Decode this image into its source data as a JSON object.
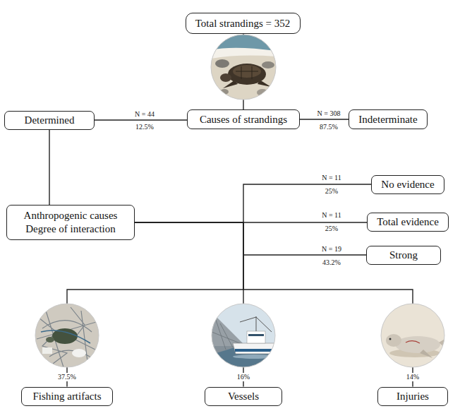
{
  "diagram": {
    "nodes": [
      {
        "text": [
          "Total strandings = 352"
        ]
      },
      {
        "text": [
          "Determined"
        ]
      },
      {
        "text": [
          "Causes of strandings"
        ]
      },
      {
        "text": [
          "Indeterminate"
        ]
      },
      {
        "text": [
          "No evidence"
        ]
      },
      {
        "text": [
          "Anthropogenic causes",
          "Degree of interaction"
        ]
      },
      {
        "text": [
          "Total evidence"
        ]
      },
      {
        "text": [
          "Strong"
        ]
      },
      {
        "text": [
          "Fishing artifacts"
        ]
      },
      {
        "text": [
          "Vessels"
        ]
      },
      {
        "text": [
          "Injuries"
        ]
      }
    ],
    "edges": [
      {
        "from": 0,
        "to": 2,
        "arrow": "none"
      },
      {
        "from": 2,
        "to": 1,
        "label": "N = 44",
        "arrow": "none"
      },
      {
        "from": 2,
        "to": 3,
        "label": "N = 308",
        "arrow": "none"
      },
      {
        "from": 1,
        "to": 5,
        "arrow": "none"
      },
      {
        "from": 5,
        "to": 4,
        "label": "N = 11",
        "arrow": "none"
      },
      {
        "from": 5,
        "to": 6,
        "label": "N = 11",
        "arrow": "none"
      },
      {
        "from": 5,
        "to": 7,
        "label": "N = 19",
        "arrow": "none"
      },
      {
        "from": 5,
        "to": 8,
        "arrow": "none"
      },
      {
        "from": 5,
        "to": 9,
        "arrow": "none"
      },
      {
        "from": 5,
        "to": 10,
        "arrow": "none"
      }
    ],
    "labels": [
      "12.5%",
      "87.5%",
      "25%",
      "25%",
      "43.2%",
      "37.5%",
      "16%",
      "14%"
    ]
  }
}
